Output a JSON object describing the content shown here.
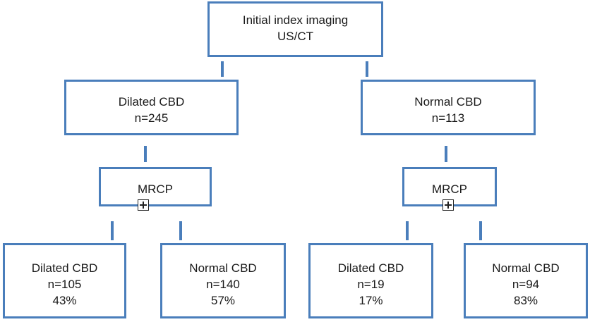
{
  "root": {
    "line1": "Initial index imaging",
    "line2": "US/CT"
  },
  "left_branch": {
    "line1": "Dilated CBD",
    "line2": "n=245",
    "test": "MRCP",
    "outcomes": [
      {
        "line1": "Dilated CBD",
        "line2": "n=105",
        "line3": "43%"
      },
      {
        "line1": "Normal CBD",
        "line2": "n=140",
        "line3": "57%"
      }
    ]
  },
  "right_branch": {
    "line1": "Normal CBD",
    "line2": "n=113",
    "test": "MRCP",
    "outcomes": [
      {
        "line1": "Dilated CBD",
        "line2": "n=19",
        "line3": "17%"
      },
      {
        "line1": "Normal CBD",
        "line2": "n=94",
        "line3": "83%"
      }
    ]
  },
  "colors": {
    "border": "#4a7ebb",
    "text": "#1a1a1a"
  },
  "icons": {
    "expander": "plus-box-icon"
  }
}
